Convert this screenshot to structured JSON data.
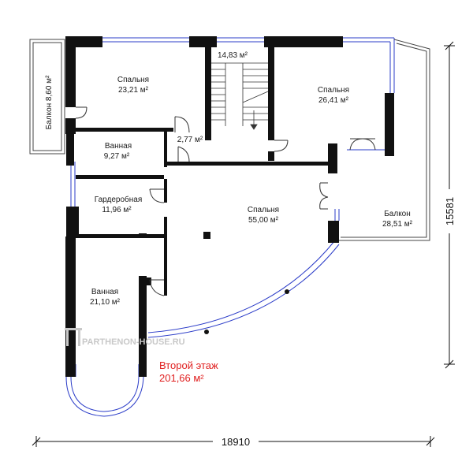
{
  "rooms": [
    {
      "id": "bedroom-1",
      "name": "Спальня",
      "area": "23,21 м²"
    },
    {
      "id": "stair",
      "name": "",
      "area": "14,83 м²"
    },
    {
      "id": "bedroom-2",
      "name": "Спальня",
      "area": "26,41 м²"
    },
    {
      "id": "bath-1",
      "name": "Ванная",
      "area": "9,27 м²"
    },
    {
      "id": "hall",
      "name": "",
      "area": "2,77 м²"
    },
    {
      "id": "wardrobe",
      "name": "Гардеробная",
      "area": "11,96 м²"
    },
    {
      "id": "bedroom-main",
      "name": "Спальня",
      "area": "55,00 м²"
    },
    {
      "id": "balcony-right",
      "name": "Балкон",
      "area": "28,51 м²"
    },
    {
      "id": "bath-2",
      "name": "Ванная",
      "area": "21,10 м²"
    }
  ],
  "balcony_left": "Балкон 8,60 м²",
  "floor": {
    "title": "Второй этаж",
    "area": "201,66 м²"
  },
  "dimensions": {
    "width": "18910",
    "height": "15581"
  },
  "watermark": "PARTHENON-HOUSE.RU",
  "colors": {
    "wall": "#111111",
    "window": "#2b3cc8",
    "accent": "#e02020"
  }
}
